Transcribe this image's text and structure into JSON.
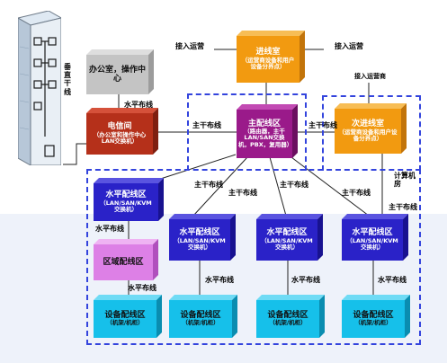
{
  "building_label": "垂直干线",
  "office": {
    "title": "办公室，操作中心"
  },
  "telecom": {
    "title": "电信间",
    "sub": "（办公室和操作中心LAN交换机）"
  },
  "entrance": {
    "title": "进线室",
    "sub": "（运营商设备和用户设备分界点）"
  },
  "mda": {
    "title": "主配线区",
    "sub": "（路由器，主干LAN/SAN交换机，PBX，复用器）"
  },
  "secondary_entrance": {
    "title": "次进线室",
    "sub": "（运营商设备和用户设备分界点）"
  },
  "hda": [
    {
      "title": "水平配线区",
      "sub": "（LAN/SAN/KVM 交换机）"
    },
    {
      "title": "水平配线区",
      "sub": "（LAN/SAN/KVM 交换机）"
    },
    {
      "title": "水平配线区",
      "sub": "（LAN/SAN/KVM 交换机）"
    },
    {
      "title": "水平配线区",
      "sub": "（LAN/SAN/KVM 交换机）"
    }
  ],
  "zda": {
    "title": "区域配线区"
  },
  "eda": [
    {
      "title": "设备配线区",
      "sub": "（机架/机柜）"
    },
    {
      "title": "设备配线区",
      "sub": "（机架/机柜）"
    },
    {
      "title": "设备配线区",
      "sub": "（机架/机柜）"
    },
    {
      "title": "设备配线区",
      "sub": "（机架/机柜）"
    }
  ],
  "labels": {
    "access_left": "接入运营",
    "access_right": "接入运营",
    "access_secondary": "接入运营商",
    "horizontal_office": "水平布线",
    "backbone_telecom": "主干布线",
    "backbone_secondary": "主干布线",
    "backbone_1": "主干布线",
    "backbone_2": "主干布线",
    "backbone_3": "主干布线",
    "backbone_4": "主干布线",
    "backbone_5": "主干布线",
    "horizontal_zone": "水平布线",
    "horizontal_eda1": "水平布线",
    "horizontal_eda2": "水平布线",
    "horizontal_eda3": "水平布线",
    "horizontal_eda4": "水平布线",
    "computer_room": "计算机房"
  },
  "colors": {
    "office": "#c4c4c4",
    "telecom": "#b5301a",
    "entrance": "#f29a10",
    "mda": "#9a1a8a",
    "hda": "#2a22c8",
    "zda": "#dd80e6",
    "eda": "#16c0ea",
    "dashed": "#3344dd",
    "wire": "#222222"
  }
}
